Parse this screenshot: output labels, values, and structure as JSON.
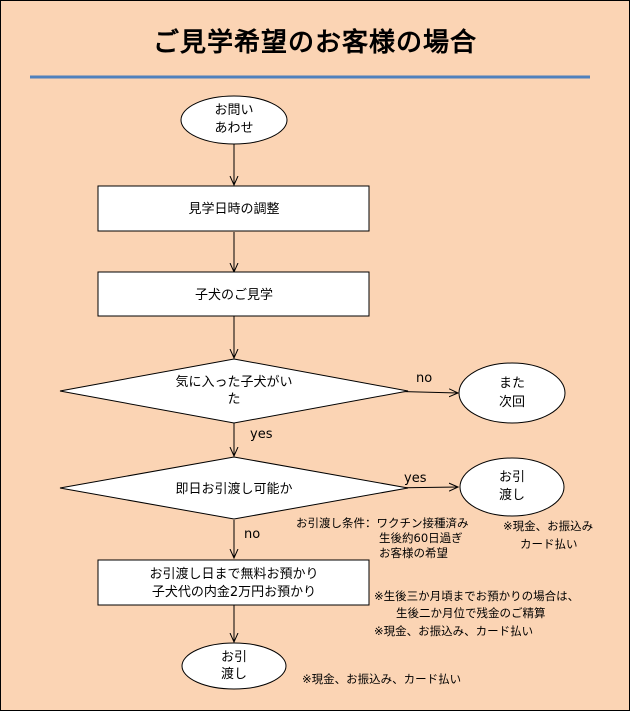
{
  "title": "ご見学希望のお客様の場合",
  "colors": {
    "background": "#fbd4b4",
    "title_rule": "#4f81bd",
    "box_fill": "#ffffff",
    "stroke": "#000000"
  },
  "nodes": {
    "start": [
      "お問い",
      "あわせ"
    ],
    "schedule": "見学日時の調整",
    "visit": "子犬のご見学",
    "decision1": [
      "気に入った子犬がい",
      "た"
    ],
    "next_time": [
      "また",
      "次回"
    ],
    "decision2": "即日お引渡し可能か",
    "handover_same_day": [
      "お引",
      "渡し"
    ],
    "deposit": [
      "お引渡し日まで無料お預かり",
      "子犬代の内金2万円お預かり"
    ],
    "handover_final": [
      "お引",
      "渡し"
    ]
  },
  "edges": {
    "no1": "no",
    "yes1": "yes",
    "yes2": "yes",
    "no2": "no"
  },
  "notes": {
    "conditions": [
      "お引渡し条件：ワクチン接種済み",
      "生後約60日過ぎ",
      "お客様の希望"
    ],
    "payment_same_day": [
      "※現金、お振込み",
      "カード払い"
    ],
    "three_months": [
      "※生後三か月頃までお預かりの場合は、",
      "生後二か月位で残金のご精算"
    ],
    "payment_deposit": "※現金、お振込み、カード払い",
    "payment_final": "※現金、お振込み、カード払い"
  }
}
